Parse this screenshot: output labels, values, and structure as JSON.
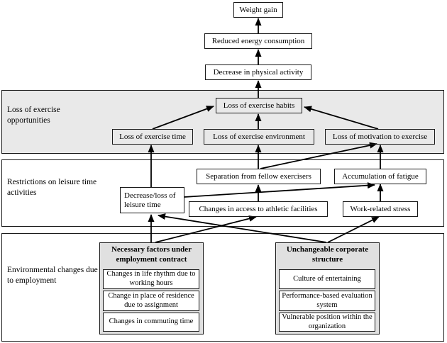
{
  "diagram": {
    "bands": [
      {
        "label": "Loss of exercise opportunities"
      },
      {
        "label": "Restrictions on leisure time activities"
      },
      {
        "label": "Environmental changes due to employment"
      }
    ],
    "nodes": {
      "weight_gain": "Weight gain",
      "reduced_energy_consumption": "Reduced energy consumption",
      "decrease_in_physical_activity": "Decrease in physical activity",
      "loss_of_exercise_habits": "Loss of exercise habits",
      "loss_of_exercise_time": "Loss of exercise time",
      "loss_of_exercise_environment": "Loss of exercise environment",
      "loss_of_motivation_to_exercise": "Loss of motivation to exercise",
      "separation_from_fellow_exercisers": "Separation from fellow exercisers",
      "accumulation_of_fatigue": "Accumulation of fatigue",
      "decrease_loss_of_leisure_time": "Decrease/loss of leisure time",
      "changes_in_access_to_athletic_facilities": "Changes in access to athletic facilities",
      "work_related_stress": "Work-related stress"
    },
    "groups": {
      "necessary_factors": {
        "title": "Necessary factors under employment contract",
        "items": [
          "Changes in life rhythm due to working hours",
          "Change in place of residence due to assignment",
          "Changes in commuting time"
        ]
      },
      "unchangeable_corporate": {
        "title": "Unchangeable corporate structure",
        "items": [
          "Culture of entertaining",
          "Performance-based evaluation system",
          "Vulnerable position within the organization"
        ]
      }
    },
    "edges": [
      {
        "from": "reduced_energy_consumption",
        "to": "weight_gain"
      },
      {
        "from": "decrease_in_physical_activity",
        "to": "reduced_energy_consumption"
      },
      {
        "from": "loss_of_exercise_habits",
        "to": "decrease_in_physical_activity"
      },
      {
        "from": "loss_of_exercise_time",
        "to": "loss_of_exercise_habits"
      },
      {
        "from": "loss_of_exercise_environment",
        "to": "loss_of_exercise_habits"
      },
      {
        "from": "loss_of_motivation_to_exercise",
        "to": "loss_of_exercise_habits"
      },
      {
        "from": "decrease_loss_of_leisure_time",
        "to": "loss_of_exercise_time"
      },
      {
        "from": "separation_from_fellow_exercisers",
        "to": "loss_of_exercise_environment"
      },
      {
        "from": "separation_from_fellow_exercisers",
        "to": "loss_of_motivation_to_exercise"
      },
      {
        "from": "accumulation_of_fatigue",
        "to": "loss_of_motivation_to_exercise"
      },
      {
        "from": "decrease_loss_of_leisure_time",
        "to": "accumulation_of_fatigue"
      },
      {
        "from": "changes_in_access_to_athletic_facilities",
        "to": "separation_from_fellow_exercisers"
      },
      {
        "from": "work_related_stress",
        "to": "accumulation_of_fatigue"
      },
      {
        "from": "necessary_factors",
        "to": "decrease_loss_of_leisure_time"
      },
      {
        "from": "necessary_factors",
        "to": "changes_in_access_to_athletic_facilities"
      },
      {
        "from": "unchangeable_corporate",
        "to": "decrease_loss_of_leisure_time"
      },
      {
        "from": "unchangeable_corporate",
        "to": "work_related_stress"
      }
    ],
    "colors": {
      "band_fill": "#e9e9e9",
      "group_fill": "#e0e0e0",
      "box_fill": "#ffffff",
      "line": "#000000"
    }
  }
}
